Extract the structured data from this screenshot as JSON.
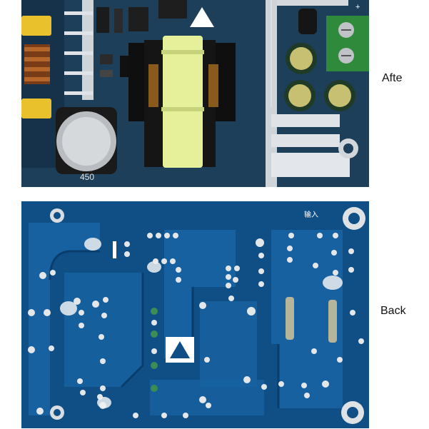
{
  "labels": {
    "after": "Afte",
    "back": "Back"
  },
  "board_top": {
    "capacitor_text": "450",
    "polarity_mark": "+"
  },
  "board_back": {
    "input_text": "输入"
  },
  "colors": {
    "pcb_top": "#1d3f5a",
    "pcb_back": "#0f4f86",
    "transformer_core": "#e6f09a",
    "heatsink": "#d9dde2",
    "terminal_block": "#2f8a3c",
    "solder_pad": "#e4e7ea"
  }
}
